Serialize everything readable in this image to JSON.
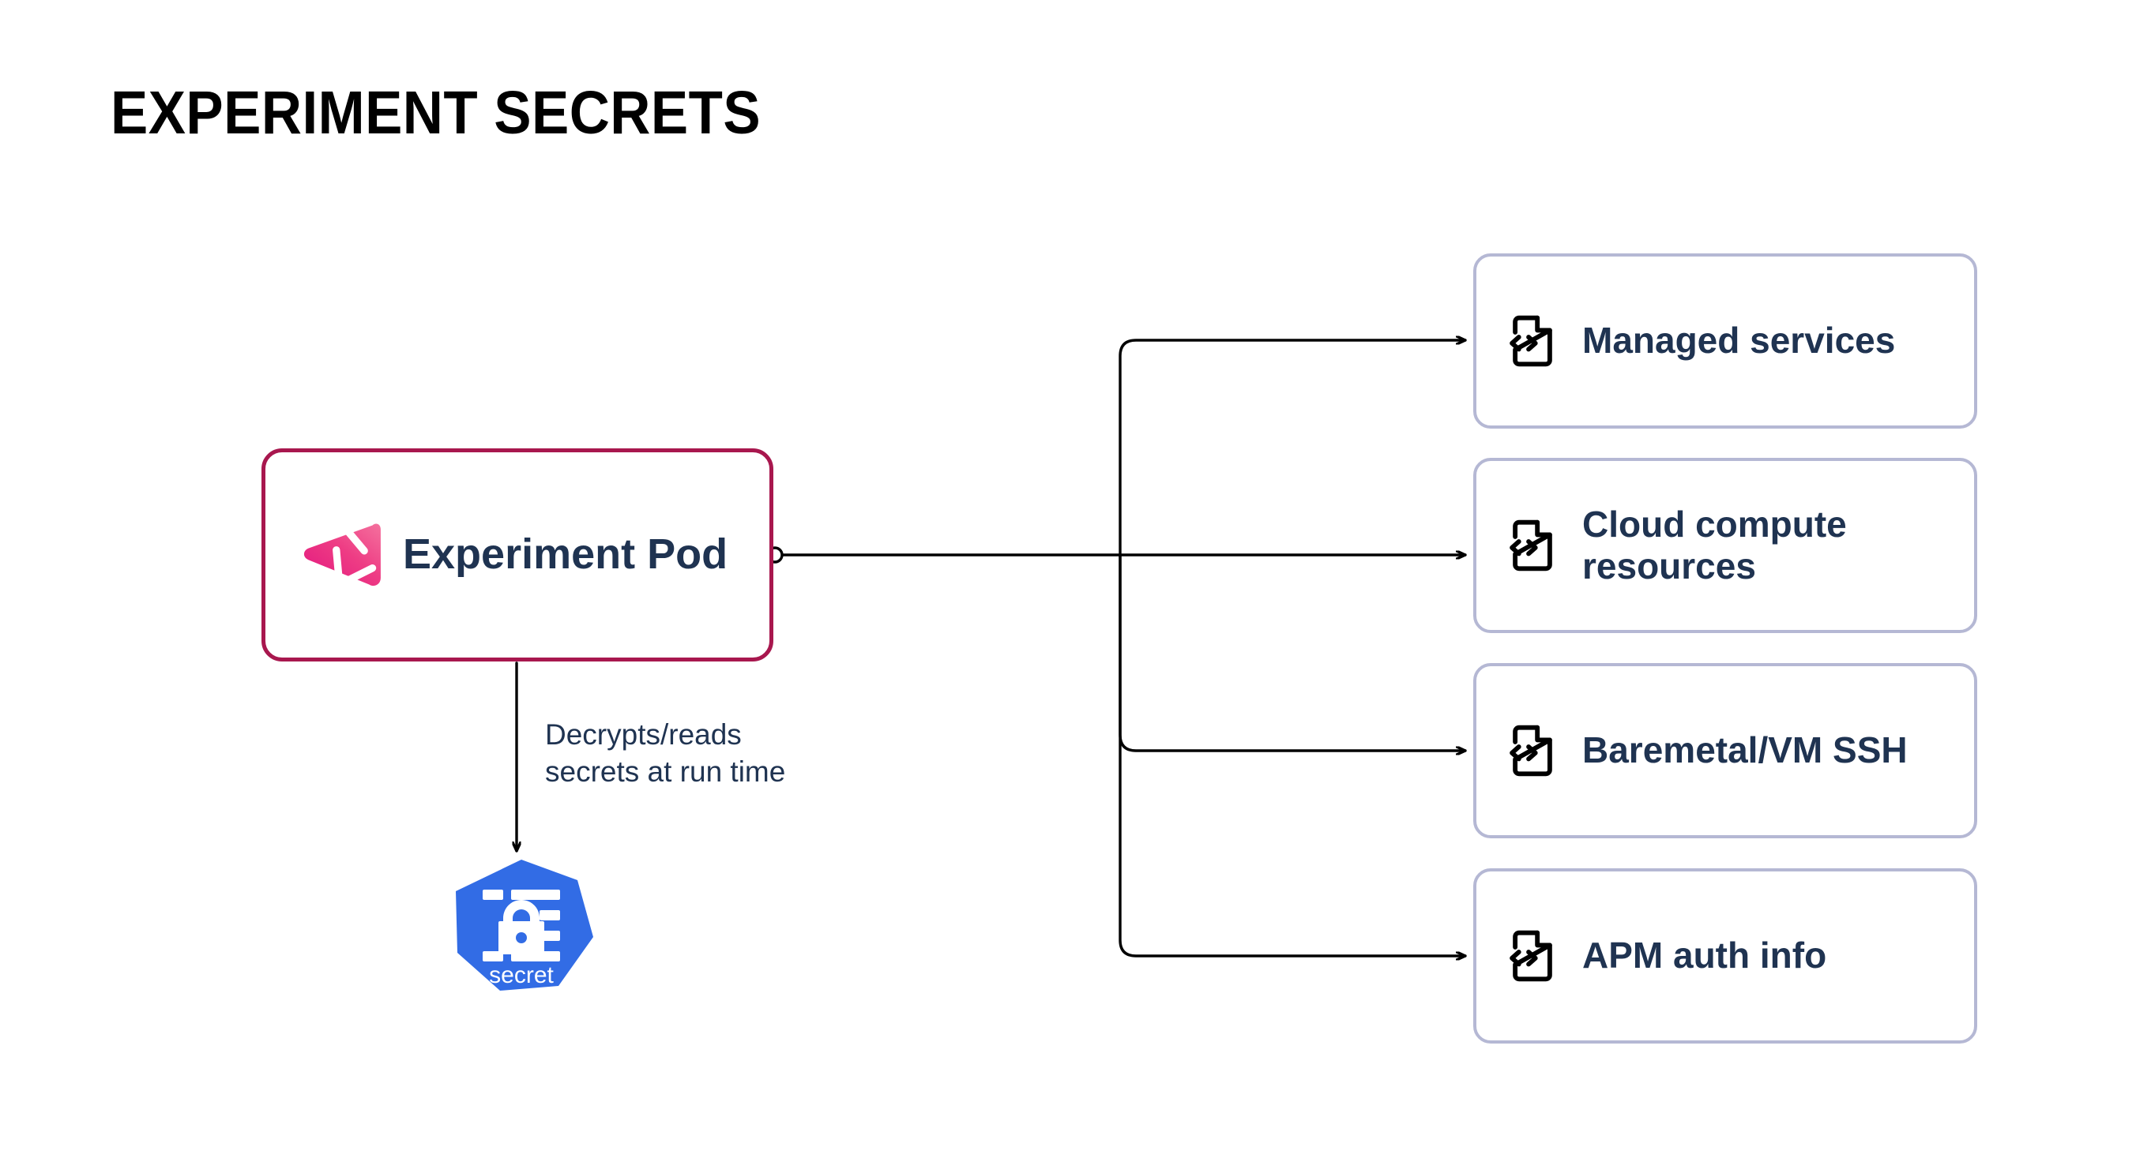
{
  "page": {
    "title": "EXPERIMENT SECRETS",
    "background_color": "#ffffff"
  },
  "colors": {
    "title_text": "#000000",
    "node_text": "#1F3351",
    "pod_border": "#A8174E",
    "pod_logo_pink_light": "#F2558E",
    "pod_logo_pink_dark": "#E2157F",
    "card_border": "#B5B8D4",
    "card_background": "#ffffff",
    "kubernetes_blue": "#326CE5",
    "connector_stroke": "#000000"
  },
  "source_node": {
    "label": "Experiment Pod",
    "icon": "gremlin-logo-icon",
    "border_color": "#A8174E",
    "port": "output-port-dot"
  },
  "secret_node": {
    "label": "secret",
    "icon": "kubernetes-secret-icon",
    "shape": "heptagon",
    "color": "#326CE5"
  },
  "edges": {
    "secret_edge_label": "Decrypts/reads\nsecrets at run time",
    "secret_edge_label_line_1": "Decrypts/reads",
    "secret_edge_label_line_2": "secrets at run time",
    "branch_count": 4,
    "arrow_style": "orthogonal-rounded-with-arrowhead"
  },
  "targets": [
    {
      "label": "Managed services",
      "icon": "file-code-icon"
    },
    {
      "label": "Cloud compute resources",
      "icon": "file-code-icon"
    },
    {
      "label": "Baremetal/VM SSH",
      "icon": "file-code-icon"
    },
    {
      "label": "APM auth info",
      "icon": "file-code-icon"
    }
  ]
}
